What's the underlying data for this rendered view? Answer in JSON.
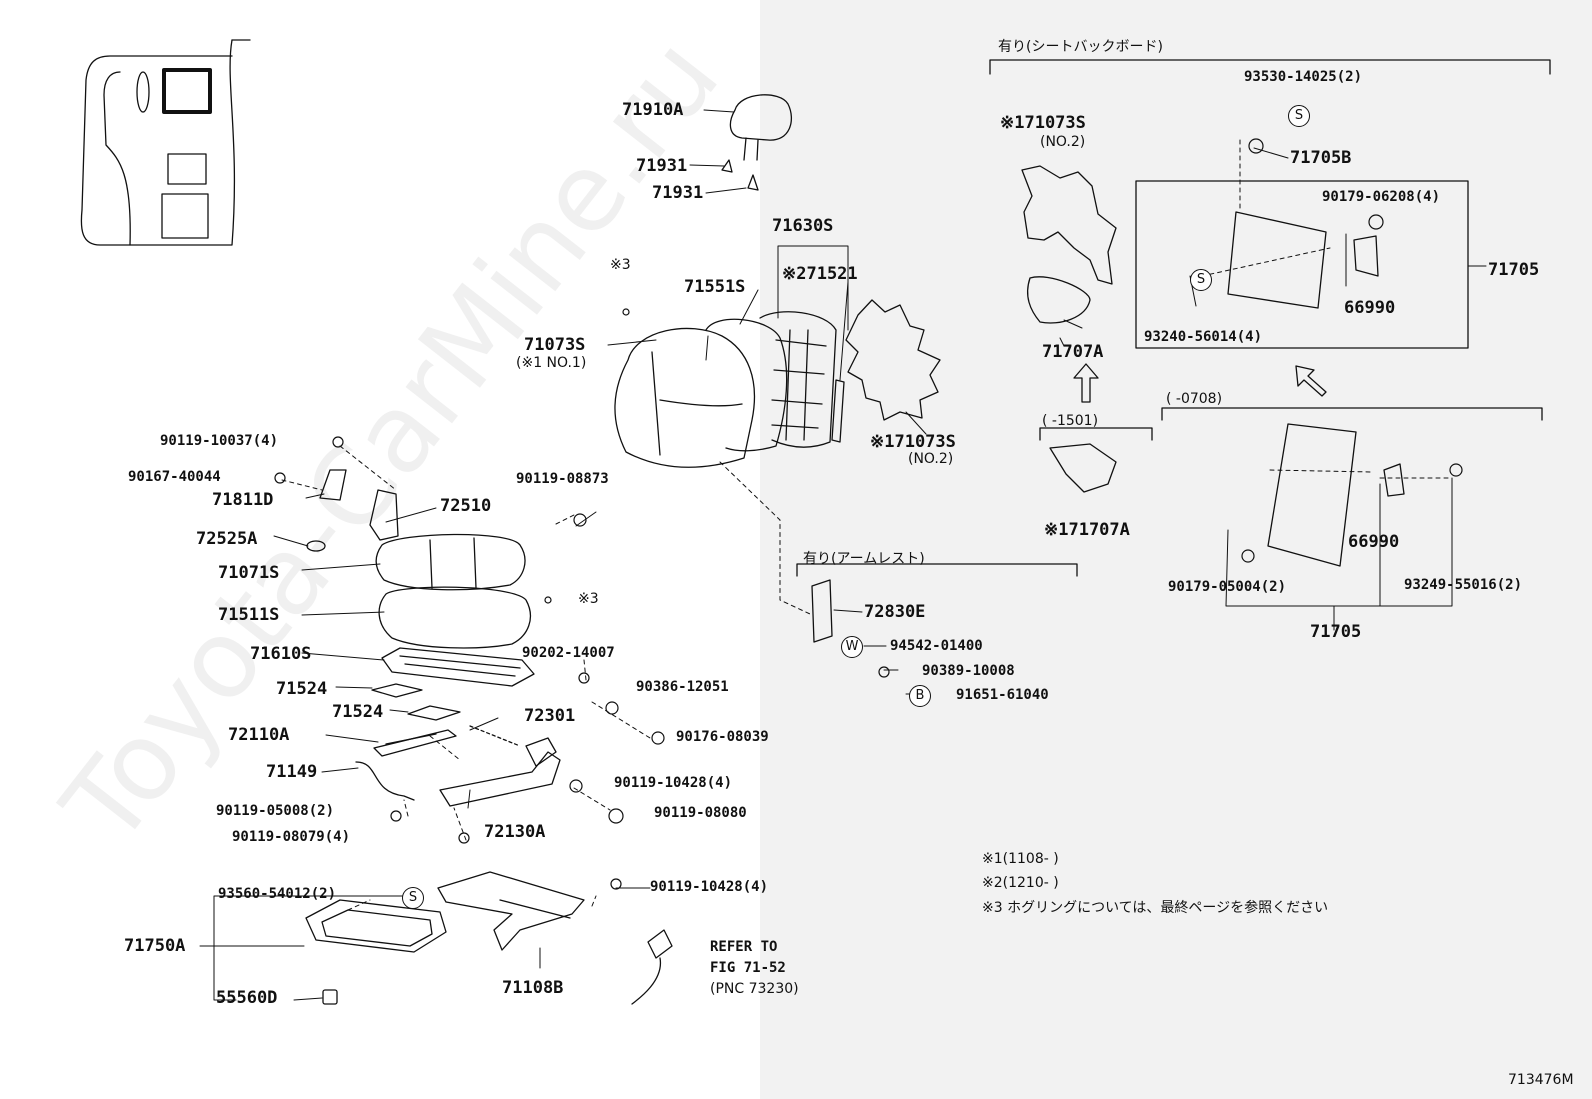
{
  "watermark": "Toyota-CarMine.ru",
  "figure_id": "713476M",
  "sections": {
    "seatback_board": "有り(シートバックボード)",
    "armrest": "有り(アームレスト)",
    "range_1501": "(      -1501)",
    "range_0708": "(      -0708)"
  },
  "notes": {
    "n1": "※1(1108-    )",
    "n2": "※2(1210-    )",
    "n3": "※3 ホグリングについては、最終ページを参照ください"
  },
  "refer": {
    "line1": "REFER TO",
    "line2": "FIG 71-52",
    "line3": "(PNC 73230)"
  },
  "symbols": {
    "s": "S",
    "w": "W",
    "b": "B"
  },
  "parts": {
    "p71910A": "71910A",
    "p71931a": "71931",
    "p71931b": "71931",
    "p71630S": "71630S",
    "p71551S": "71551S",
    "p71521": "※271521",
    "p71073S_c": "71073S",
    "p71073S_c_sub": "(※1 NO.1)",
    "p71073S_n2": "※171073S",
    "p71073S_n2_sub": "(NO.2)",
    "m3a": "※3",
    "m3b": "※3",
    "p90119_10037": "90119-10037(4)",
    "p90167_40044": "90167-40044",
    "p71811D": "71811D",
    "p72510": "72510",
    "p90119_08873": "90119-08873",
    "p72525A": "72525A",
    "p71071S": "71071S",
    "p71511S": "71511S",
    "p71610S": "71610S",
    "p90202_14007": "90202-14007",
    "p71524a": "71524",
    "p71524b": "71524",
    "p90386_12051": "90386-12051",
    "p72301": "72301",
    "p72110A": "72110A",
    "p90176_08039": "90176-08039",
    "p71149": "71149",
    "p90119_10428a": "90119-10428(4)",
    "p90119_05008": "90119-05008(2)",
    "p90119_08080": "90119-08080",
    "p90119_08079": "90119-08079(4)",
    "p72130A": "72130A",
    "p93560_54012": "93560-54012(2)",
    "p90119_10428b": "90119-10428(4)",
    "p71750A": "71750A",
    "p55560D": "55560D",
    "p71108B": "71108B",
    "p72830E": "72830E",
    "p94542_01400": "94542-01400",
    "p90389_10008": "90389-10008",
    "p91651_61040": "91651-61040",
    "p71073S_r": "※171073S",
    "p71073S_r_sub": "(NO.2)",
    "p71707A_a": "71707A",
    "p71707A_b": "※171707A",
    "p93530_14025": "93530-14025(2)",
    "p71705B": "71705B",
    "p90179_06208": "90179-06208(4)",
    "p71705_a": "71705",
    "p66990_a": "66990",
    "p93240_56014": "93240-56014(4)",
    "p66990_b": "66990",
    "p90179_05004": "90179-05004(2)",
    "p93249_55016": "93249-55016(2)",
    "p71705_b": "71705"
  }
}
